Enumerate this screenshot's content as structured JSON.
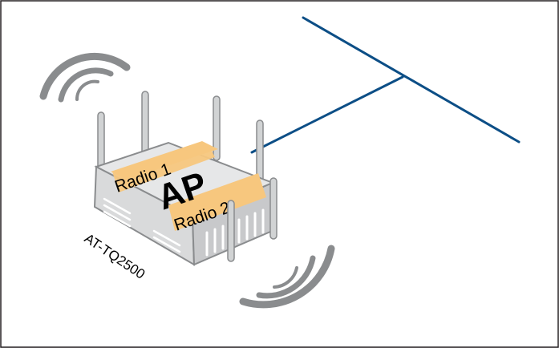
{
  "device": {
    "model": "AT-TQ2500",
    "center_label": "AP",
    "radio_1_label": "Radio 1",
    "radio_2_label": "Radio 2"
  },
  "colors": {
    "border": "#231f20",
    "network_line": "#0c4e86",
    "wave": "#8a8c8e",
    "device_body": "#e6e7e8",
    "device_shadow": "#c8c9cb",
    "radio_band": "#f7c77e",
    "antenna": "#d1d3d4"
  }
}
